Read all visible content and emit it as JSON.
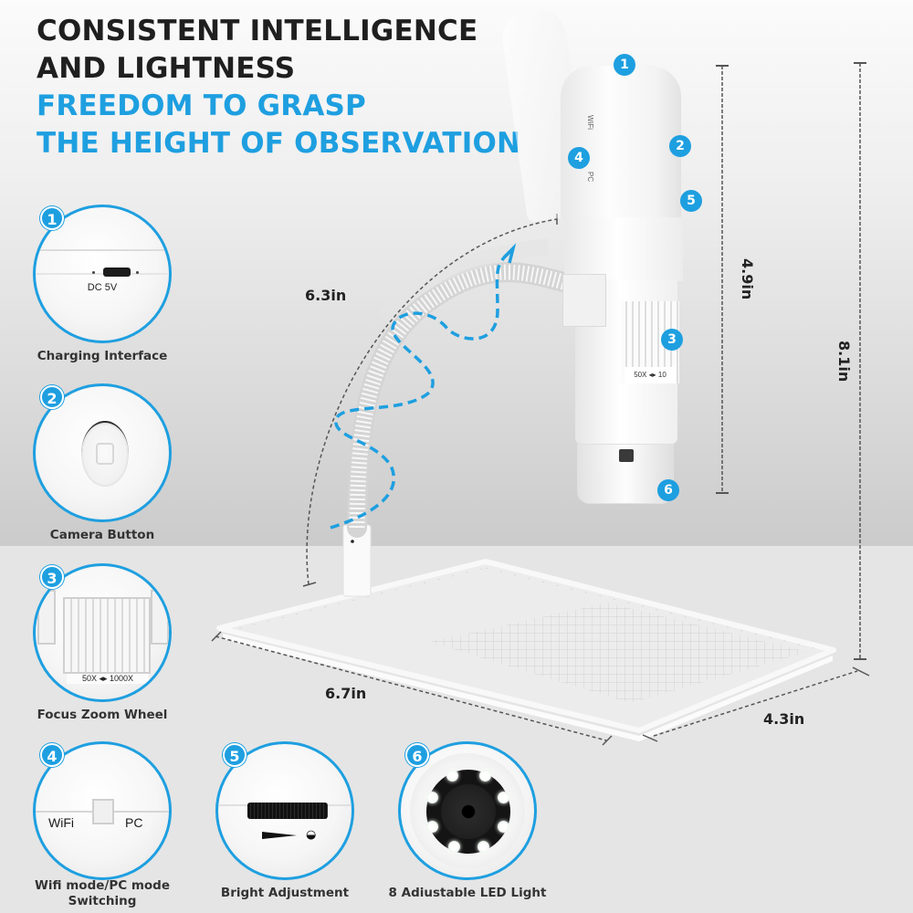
{
  "headline": {
    "line1": "CONSISTENT INTELLIGENCE",
    "line2": "AND LIGHTNESS",
    "line3": "FREEDOM TO GRASP",
    "line4": "THE HEIGHT OF OBSERVATION"
  },
  "colors": {
    "accent_blue": "#1e9fe0",
    "headline_dark": "#1f1f1f",
    "caption_text": "#333333",
    "floor": "#e5e5e5"
  },
  "features": [
    {
      "number": "1",
      "label": "Charging Interface",
      "detail_text": "DC 5V",
      "icon": "usb-port-icon"
    },
    {
      "number": "2",
      "label": "Camera Button",
      "icon": "camera-icon"
    },
    {
      "number": "3",
      "label": "Focus Zoom Wheel",
      "detail_text": "50X ◂▸ 1000X",
      "icon": "zoom-wheel-icon"
    },
    {
      "number": "4",
      "label": "Wifi mode/PC mode Switching",
      "label_line1": "Wifi mode/PC mode",
      "label_line2": "Switching",
      "detail_left": "WiFi",
      "detail_right": "PC",
      "icon": "mode-switch-icon"
    },
    {
      "number": "5",
      "label": "Bright Adjustment",
      "icon": "brightness-dial-icon"
    },
    {
      "number": "6",
      "label": "8 Adiustable LED Light",
      "icon": "led-ring-icon"
    }
  ],
  "product": {
    "zoom_label": "50X ◂▸ 10",
    "side_labels": [
      "WiFi",
      "PC"
    ],
    "callouts": [
      "1",
      "2",
      "3",
      "4",
      "5",
      "6"
    ]
  },
  "dimensions": {
    "gooseneck_length": "6.3in",
    "scope_height": "4.9in",
    "total_height": "8.1in",
    "base_length": "6.7in",
    "base_width": "4.3in"
  }
}
